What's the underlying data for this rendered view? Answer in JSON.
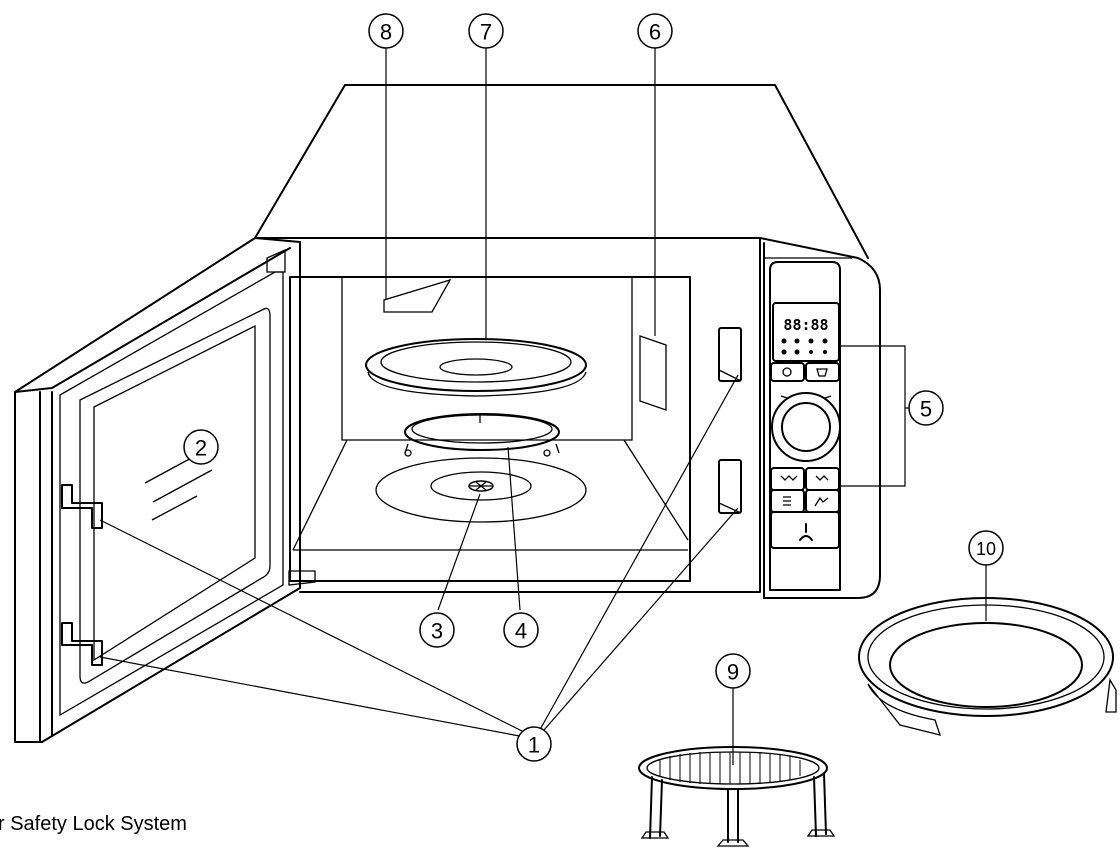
{
  "callouts": {
    "c1": "1",
    "c2": "2",
    "c3": "3",
    "c4": "4",
    "c5": "5",
    "c6": "6",
    "c7": "7",
    "c8": "8",
    "c9": "9",
    "c10": "10"
  },
  "display": {
    "time": "88:88"
  },
  "caption": "r Safety Lock System",
  "icons": [
    "clock-icon",
    "pot-icon",
    "grill-icon",
    "combi-icon",
    "power-start-icon",
    "jog-dial-icon"
  ]
}
